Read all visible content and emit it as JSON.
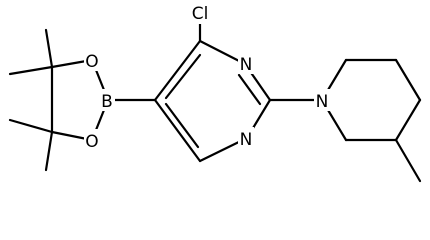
{
  "molecule": {
    "atoms": {
      "chlorine": "Cl",
      "ring_nitrogen_top": "N",
      "ring_nitrogen_bottom": "N",
      "piperidine_nitrogen": "N",
      "boron": "B",
      "oxygen_top": "O",
      "oxygen_bottom": "O"
    }
  }
}
